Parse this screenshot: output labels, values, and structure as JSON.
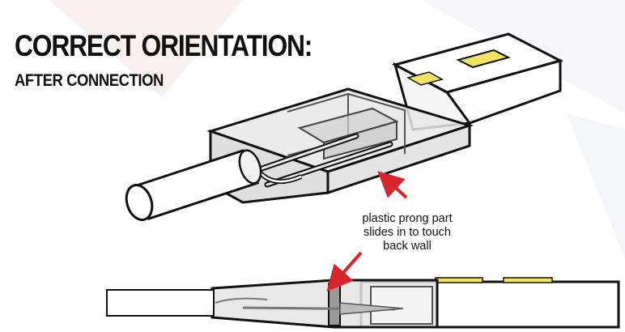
{
  "heading": {
    "title": "CORRECT ORIENTATION:",
    "subtitle": "AFTER CONNECTION"
  },
  "annotation": {
    "lines": [
      "plastic prong part",
      "slides in to touch",
      "back wall"
    ]
  },
  "colors": {
    "arrow": "#d7262b",
    "contact_pad": "#f2e463",
    "housing_fill": "#e4e4e4",
    "outline": "#111111",
    "wire_fill": "#ffffff"
  }
}
